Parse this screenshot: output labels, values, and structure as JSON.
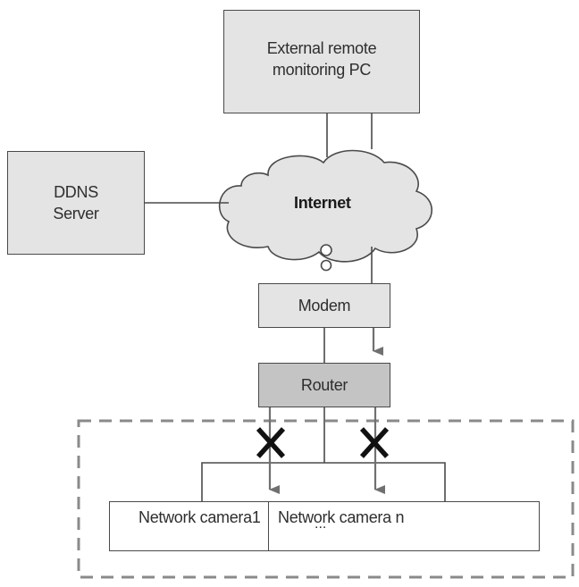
{
  "nodes": {
    "remote_pc": "External remote\nmonitoring PC",
    "ddns": "DDNS\nServer",
    "internet": "Internet",
    "modem": "Modem",
    "router": "Router",
    "camera1": "Network camera1",
    "camera_n": "Network camera n",
    "ellipsis": "..."
  },
  "colors": {
    "light_box": "#e4e4e4",
    "router_box": "#c4c4c4",
    "line": "#4a4a4a",
    "arrow": "#707070",
    "cross": "#111111",
    "dashed_border": "#8a8a8a"
  }
}
